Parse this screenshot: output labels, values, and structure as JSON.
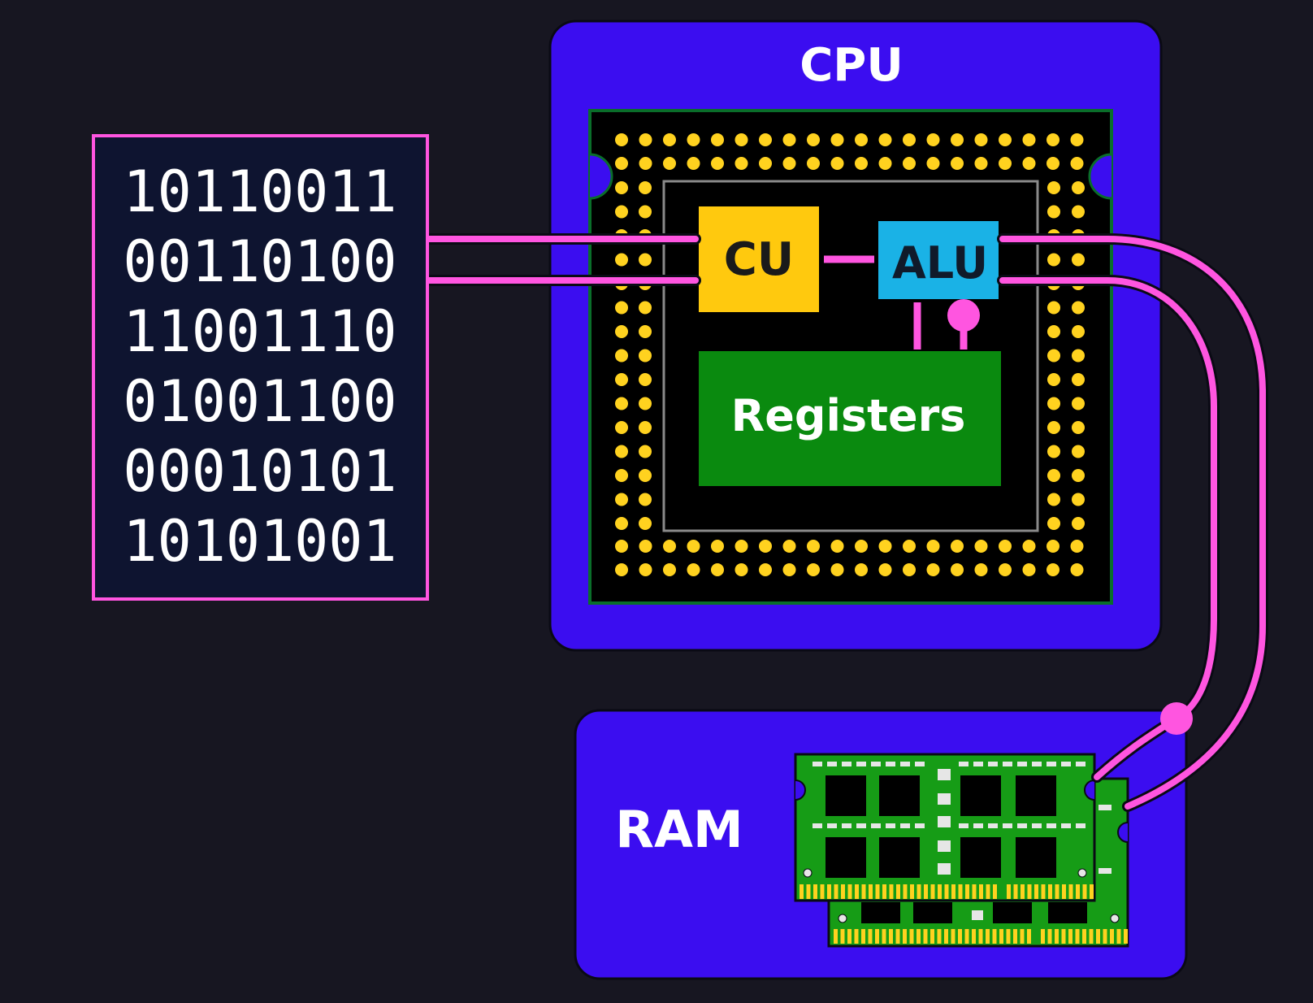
{
  "diagram": {
    "cpu_label": "CPU",
    "cu_label": "CU",
    "alu_label": "ALU",
    "registers_label": "Registers",
    "ram_label": "RAM",
    "binary_lines": [
      "10110011",
      "00110100",
      "11001110",
      "01001100",
      "00010101",
      "10101001"
    ]
  },
  "colors": {
    "background": "#171621",
    "cpu_package": "#3b0df0",
    "chip_board": "#000000",
    "chip_border": "#0a6e2a",
    "pins": "#ffd21f",
    "control_unit": "#ffc90e",
    "alu": "#1ab2e6",
    "registers": "#0a8a0f",
    "wires": "#ff55e0",
    "ram_module": "#169c16",
    "memory_chip": "#000000",
    "binary_panel": "#0e1430",
    "binary_text": "#ffffff"
  }
}
